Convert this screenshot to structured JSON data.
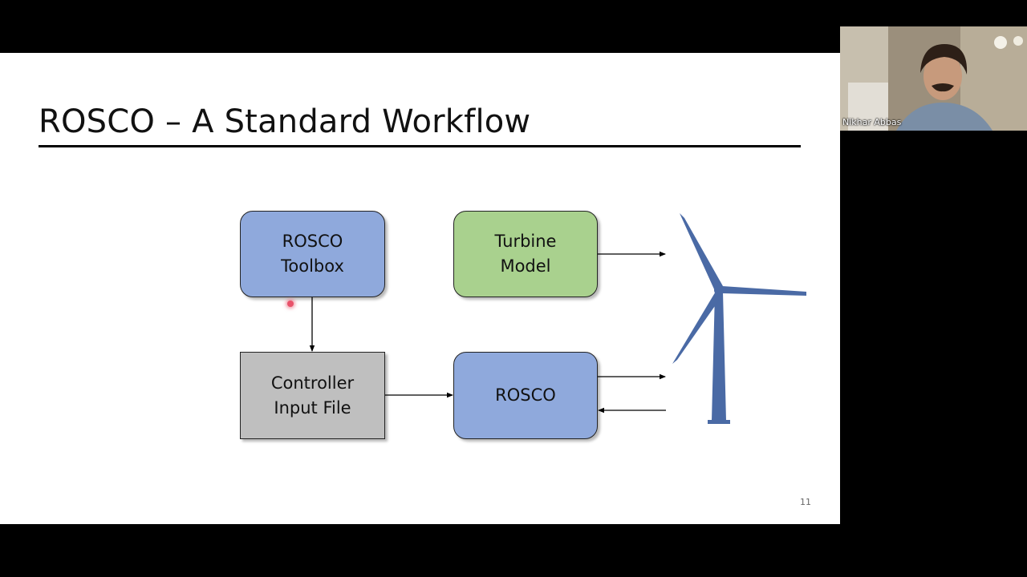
{
  "slide": {
    "title": "ROSCO – A Standard Workflow",
    "page_number": "11"
  },
  "diagram": {
    "toolbox_label": "ROSCO\nToolbox",
    "turbine_model_label": "Turbine\nModel",
    "input_file_label": "Controller\nInput File",
    "rosco_label": "ROSCO",
    "colors": {
      "toolbox": "#8fa9dc",
      "turbine_model": "#a9d18e",
      "input_file": "#bfbfbf",
      "rosco": "#8fa9dc",
      "turbine": "#4a6aa5"
    }
  },
  "webcam": {
    "participant_name": "Nikhar Abbas"
  }
}
